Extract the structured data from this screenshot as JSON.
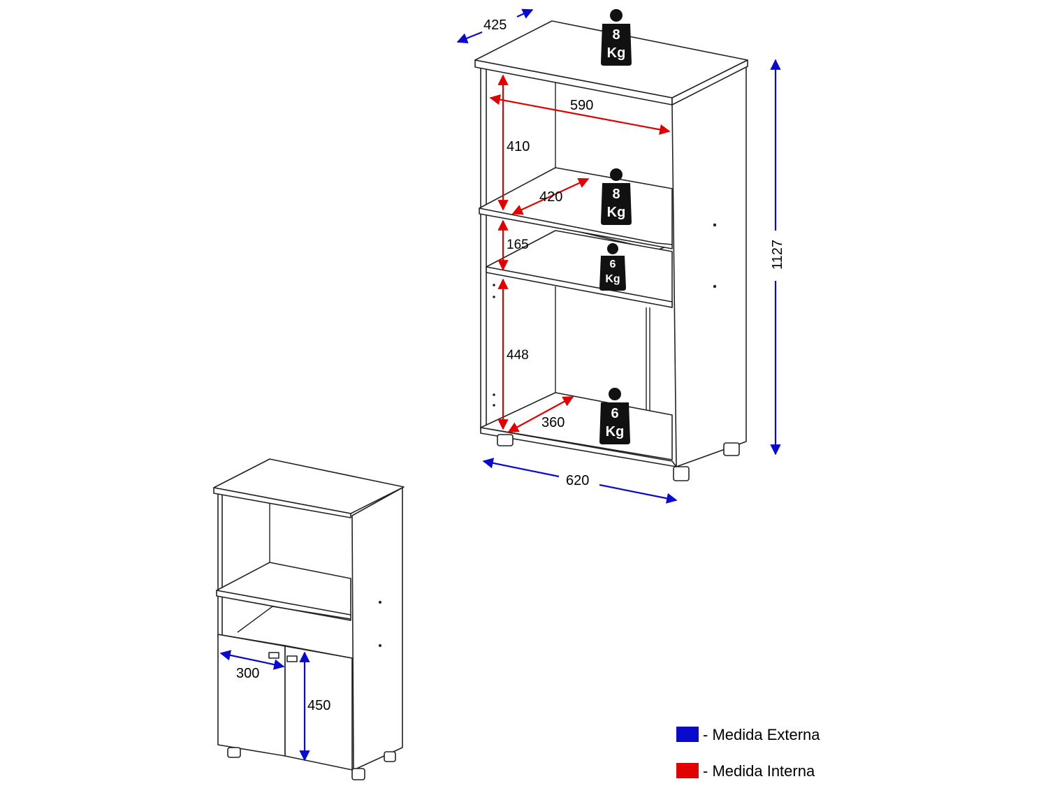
{
  "external_dimensions": {
    "depth": "425",
    "height": "1127",
    "width": "620",
    "door_width": "300",
    "door_height": "450"
  },
  "internal_dimensions": {
    "top_width": "590",
    "top_height": "410",
    "shelf_depth": "420",
    "middle_height": "165",
    "bottom_height": "448",
    "bottom_depth": "360"
  },
  "weights": {
    "top": {
      "value": "8",
      "unit": "Kg"
    },
    "upper_shelf": {
      "value": "8",
      "unit": "Kg"
    },
    "middle_shelf": {
      "value": "6",
      "unit": "Kg"
    },
    "bottom": {
      "value": "6",
      "unit": "Kg"
    }
  },
  "legend": {
    "external": {
      "label": "- Medida Externa",
      "color": "#0a0acc"
    },
    "internal": {
      "label": "- Medida Interna",
      "color": "#e00000"
    }
  }
}
